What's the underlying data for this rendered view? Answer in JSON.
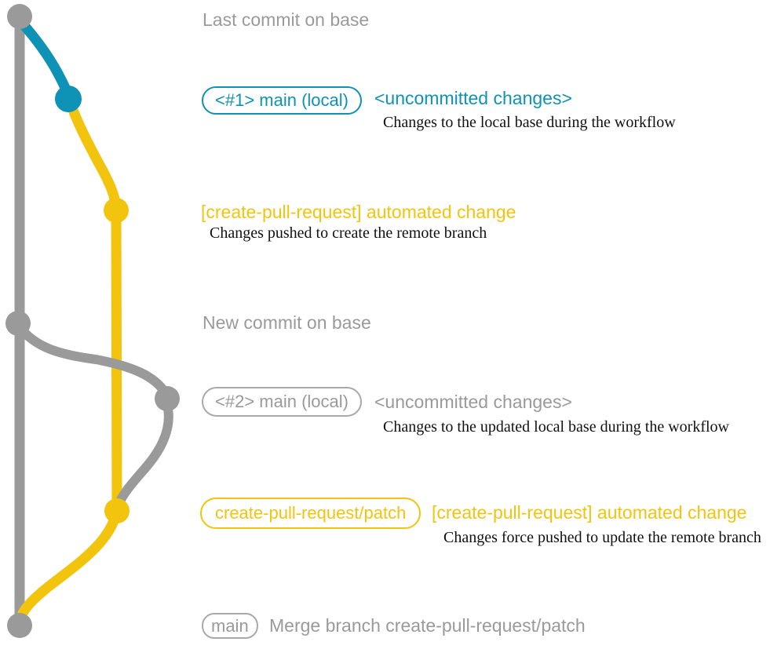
{
  "colors": {
    "base_gray": "#9a9a9a",
    "badge_border_gray": "#a9a9a9",
    "branch_blue": "#0e92b5",
    "branch_yellow": "#f2c40e",
    "description_text": "#111111",
    "background": "#ffffff"
  },
  "graph": {
    "branches": [
      {
        "name": "base",
        "color": "#9a9a9a"
      },
      {
        "name": "main-local",
        "color": "#0e92b5"
      },
      {
        "name": "create-pull-request-patch",
        "color": "#f2c40e"
      }
    ],
    "commits": [
      {
        "id": "base-1",
        "color": "#9a9a9a",
        "label": "Last commit on base"
      },
      {
        "id": "main-1",
        "color": "#0e92b5",
        "label": "<#1> main (local)"
      },
      {
        "id": "patch-1",
        "color": "#f2c40e",
        "label": "[create-pull-request] automated change"
      },
      {
        "id": "base-2",
        "color": "#9a9a9a",
        "label": "New commit on base"
      },
      {
        "id": "main-2",
        "color": "#9a9a9a",
        "label": "<#2> main (local)"
      },
      {
        "id": "patch-2",
        "color": "#f2c40e",
        "label": "create-pull-request/patch"
      },
      {
        "id": "merge",
        "color": "#9a9a9a",
        "label": "Merge branch create-pull-request/patch"
      }
    ]
  },
  "rows": {
    "last_commit": {
      "label": "Last commit on base"
    },
    "commit1": {
      "badge": "<#1> main (local)",
      "heading": "<uncommitted changes>",
      "description": "Changes to the local base during the workflow"
    },
    "commit2": {
      "heading": "[create-pull-request] automated change",
      "description": "Changes pushed to create the remote branch"
    },
    "new_commit": {
      "label": "New commit on base"
    },
    "commit3": {
      "badge": "<#2> main (local)",
      "heading": "<uncommitted changes>",
      "description": "Changes to the updated local base during the workflow"
    },
    "commit4": {
      "badge": "create-pull-request/patch",
      "heading": "[create-pull-request] automated change",
      "description": "Changes force pushed to update the remote branch"
    },
    "merge": {
      "badge": "main",
      "label": "Merge branch create-pull-request/patch"
    }
  }
}
